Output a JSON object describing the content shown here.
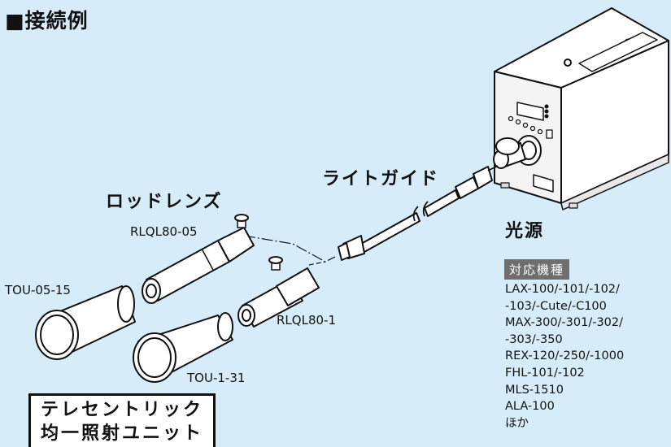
{
  "title": "■接続例",
  "labels": {
    "light_guide": "ライトガイド",
    "rod_lens": "ロッドレンズ",
    "light_source": "光源",
    "rlql80_05": "RLQL80-05",
    "rlql80_1": "RLQL80-1",
    "tou_05_15": "TOU-05-15",
    "tou_1_31": "TOU-1-31"
  },
  "compatible": {
    "heading": "対応機種",
    "models": [
      "LAX-100/-101/-102/",
      "-103/-Cute/-C100",
      "MAX-300/-301/-302/",
      "-303/-350",
      "REX-120/-250/-1000",
      "FHL-101/-102",
      "MLS-1510",
      "ALA-100",
      "ほか"
    ]
  },
  "unit_box": {
    "line1": "テレセントリック",
    "line2": "均一照射ユニット"
  },
  "colors": {
    "background": "#d6edf9",
    "outline": "#111111",
    "badge": "#6e6e6e"
  }
}
